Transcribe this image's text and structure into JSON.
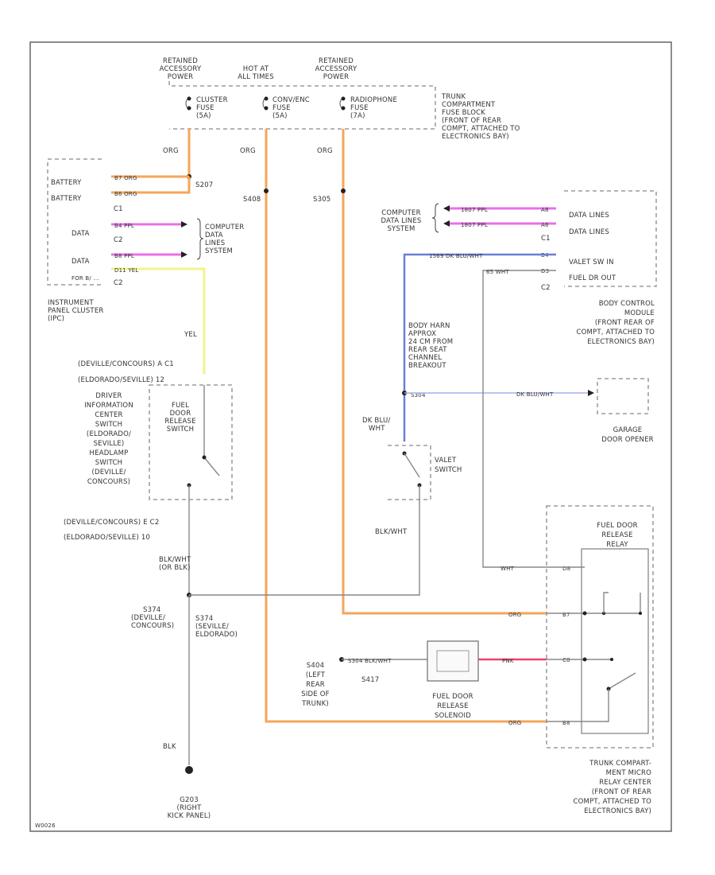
{
  "top_labels": {
    "retained_power_left": [
      "RETAINED",
      "ACCESSORY",
      "POWER"
    ],
    "hot_at_all_times": [
      "HOT AT",
      "ALL TIMES"
    ],
    "retained_power_right": [
      "RETAINED",
      "ACCESSORY",
      "POWER"
    ]
  },
  "fuses": {
    "cluster": [
      "CLUSTER",
      "FUSE",
      "(5A)"
    ],
    "convenience": [
      "CONV/ENC",
      "FUSE",
      "(5A)"
    ],
    "radiophone": [
      "RADIOPHONE",
      "FUSE",
      "(7A)"
    ]
  },
  "trunk_fuse_block": [
    "TRUNK",
    "COMPARTMENT",
    "FUSE BLOCK",
    "(FRONT OF REAR",
    "COMPT, ATTACHED TO",
    "ELECTRONICS BAY)"
  ],
  "wire_labels": {
    "org": "ORG",
    "yel": "YEL",
    "blk_wht": "BLK/WHT",
    "blk_wht_or_blk": [
      "BLK/WHT",
      "(OR BLK)"
    ],
    "blk": "BLK",
    "wht": "WHT",
    "dk_blu_wht": [
      "DK BLU/",
      "WHT"
    ],
    "dk_blu_wht_inline": "DK BLU/WHT",
    "pnk": "PNK",
    "org_short": "ORG"
  },
  "splices": {
    "s207": "S207",
    "s408": "S408",
    "s305": "S305",
    "s304": "S304",
    "s374_left": [
      "S374",
      "(DEVILLE/",
      "CONCOURS)"
    ],
    "s374_right": [
      "S374",
      "(SEVILLE/",
      "ELDORADO)"
    ],
    "s404": [
      "S404",
      "(LEFT",
      "REAR",
      "SIDE OF",
      "TRUNK)"
    ],
    "s417": "S417",
    "g203": [
      "G203",
      "(RIGHT",
      "KICK PANEL)"
    ]
  },
  "ipc": {
    "battery1": "BATTERY",
    "battery2": "BATTERY",
    "data1": "DATA",
    "data2": "DATA",
    "c1": "C1",
    "c2": "C2",
    "fog_b": "FOR B/ ...",
    "label": [
      "INSTRUMENT",
      "PANEL CLUSTER",
      "(IPC)"
    ],
    "comp_data": [
      "COMPUTER",
      "DATA",
      "LINES",
      "SYSTEM"
    ]
  },
  "switch_conn": {
    "top1": "(DEVILLE/CONCOURS)  A  C1",
    "top2": "(ELDORADO/SEVILLE) 12",
    "bot1": "(DEVILLE/CONCOURS)  E  C2",
    "bot2": "(ELDORADO/SEVILLE) 10"
  },
  "fuel_door_switch": [
    "FUEL",
    "DOOR",
    "RELEASE",
    "SWITCH"
  ],
  "driver_info": [
    "DRIVER",
    "INFORMATION",
    "CENTER",
    "SWITCH",
    "(ELDORADO/",
    "SEVILLE)",
    "HEADLAMP",
    "SWITCH",
    "(DEVILLE/",
    "CONCOURS)"
  ],
  "bcm": {
    "comp_data": [
      "COMPUTER",
      "DATA LINES",
      "SYSTEM"
    ],
    "data_lines1": "DATA LINES",
    "data_lines2": "DATA LINES",
    "c1": "C1",
    "valet": "VALET SW IN",
    "fuel_dr_out": "FUEL DR OUT",
    "c2": "C2",
    "label": [
      "BODY CONTROL",
      "MODULE",
      "(FRONT REAR OF",
      "COMPT, ATTACHED TO",
      "ELECTRONICS BAY)"
    ]
  },
  "harness": [
    "BODY HARN",
    "APPROX",
    "24 CM FROM",
    "REAR SEAT",
    "CHANNEL",
    "BREAKOUT"
  ],
  "garage": [
    "GARAGE",
    "DOOR OPENER"
  ],
  "valet_switch": [
    "VALET",
    "SWITCH"
  ],
  "relay": {
    "title": [
      "FUEL DOOR",
      "RELEASE",
      "RELAY"
    ],
    "pins": [
      "D8",
      "B7",
      "C8",
      "B8"
    ],
    "center": [
      "TRUNK COMPART-",
      "MENT MICRO",
      "RELAY CENTER",
      "(FRONT OF REAR",
      "COMPT, ATTACHED TO",
      "ELECTRONICS BAY)"
    ]
  },
  "solenoid": [
    "FUEL DOOR",
    "RELEASE",
    "SOLENOID"
  ],
  "footer": "W0026"
}
